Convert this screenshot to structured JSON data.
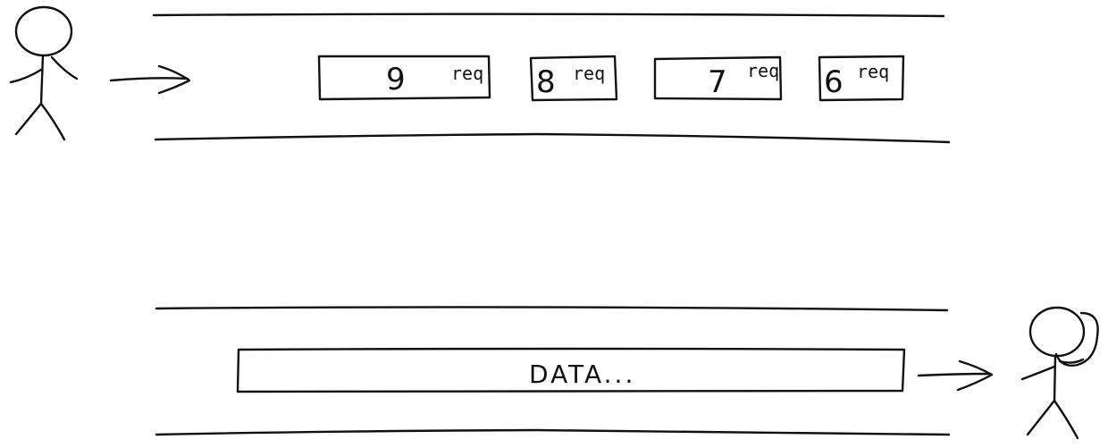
{
  "requests": [
    {
      "number": "9",
      "unit": "req"
    },
    {
      "number": "8",
      "unit": "req"
    },
    {
      "number": "7",
      "unit": "req"
    },
    {
      "number": "6",
      "unit": "req"
    }
  ],
  "data_label": "DATA..."
}
